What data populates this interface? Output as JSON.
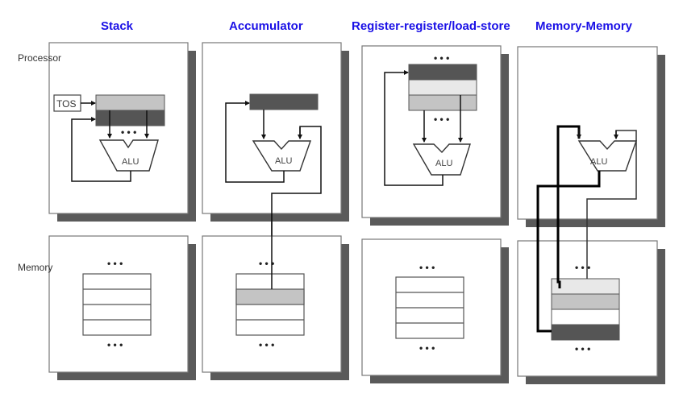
{
  "titles": {
    "stack": "Stack",
    "accumulator": "Accumulator",
    "register": "Register-register/load-store",
    "memory_memory": "Memory-Memory"
  },
  "labels": {
    "processor": "Processor",
    "memory": "Memory",
    "tos": "TOS",
    "alu": "ALU",
    "ellipsis": "• • •"
  },
  "colors": {
    "title": "#1a10e6",
    "shadow": "#5a5a5a",
    "dark_cell": "#555555",
    "mid_cell": "#c4c4c4",
    "light_cell": "#e8e8e8"
  }
}
